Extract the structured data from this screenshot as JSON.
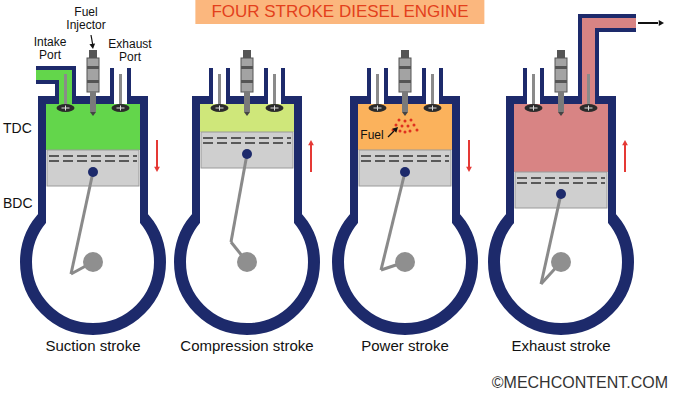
{
  "diagram": {
    "title": "FOUR STROKE DIESEL ENGINE",
    "labels": [
      "Intake Port",
      "Fuel Injector",
      "Exhaust Port",
      "TDC",
      "BDC",
      "Fuel",
      "Suction stroke",
      "Compression stroke",
      "Power stroke",
      "Exhaust stroke",
      "©MECHCONTENT.COM"
    ]
  }
}
